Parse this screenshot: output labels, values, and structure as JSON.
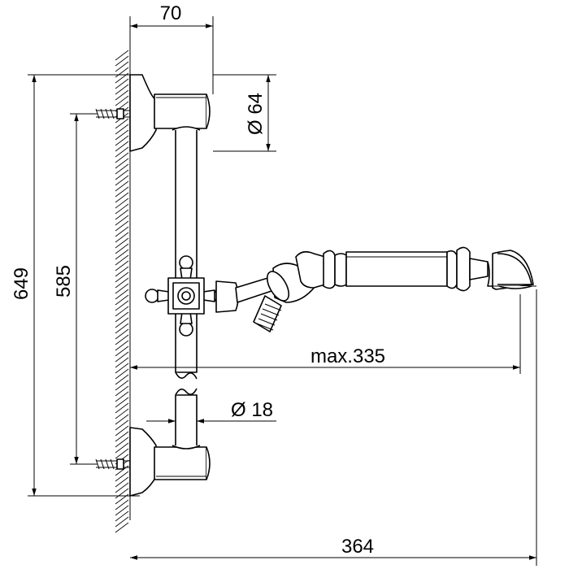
{
  "dimensions": {
    "top_width": "70",
    "pipe_diameter": "Ø 64",
    "overall_height": "649",
    "bracket_spacing": "585",
    "max_reach": "max.335",
    "bar_diameter": "Ø 18",
    "overall_depth": "364"
  }
}
